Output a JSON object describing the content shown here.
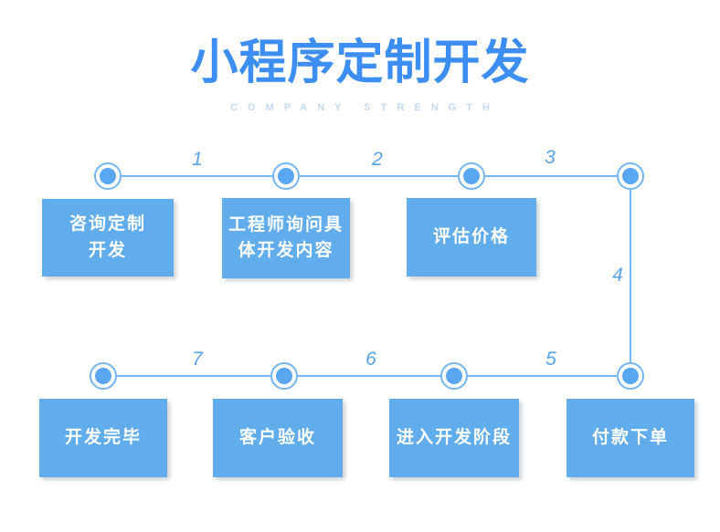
{
  "header": {
    "title": "小程序定制开发",
    "subtitle": "COMPANY STRENGTH"
  },
  "flow": {
    "connector_numbers": [
      "1",
      "2",
      "3",
      "4",
      "5",
      "6",
      "7"
    ],
    "boxes": [
      {
        "label": "咨询定制\n开发"
      },
      {
        "label": "工程师询问具\n体开发内容"
      },
      {
        "label": "评估价格"
      },
      {
        "label": "付款下单"
      },
      {
        "label": "进入开发阶段"
      },
      {
        "label": "客户验收"
      },
      {
        "label": "开发完毕"
      }
    ]
  },
  "colors": {
    "title_blue": "#3d8ef2",
    "subtitle_blue": "#c5daf3",
    "box_blue": "#61adec",
    "box_text": "#ffffff",
    "line_blue": "#74b6f3",
    "node_dot_blue": "#58a7f0",
    "number_blue": "#57a3ea"
  }
}
